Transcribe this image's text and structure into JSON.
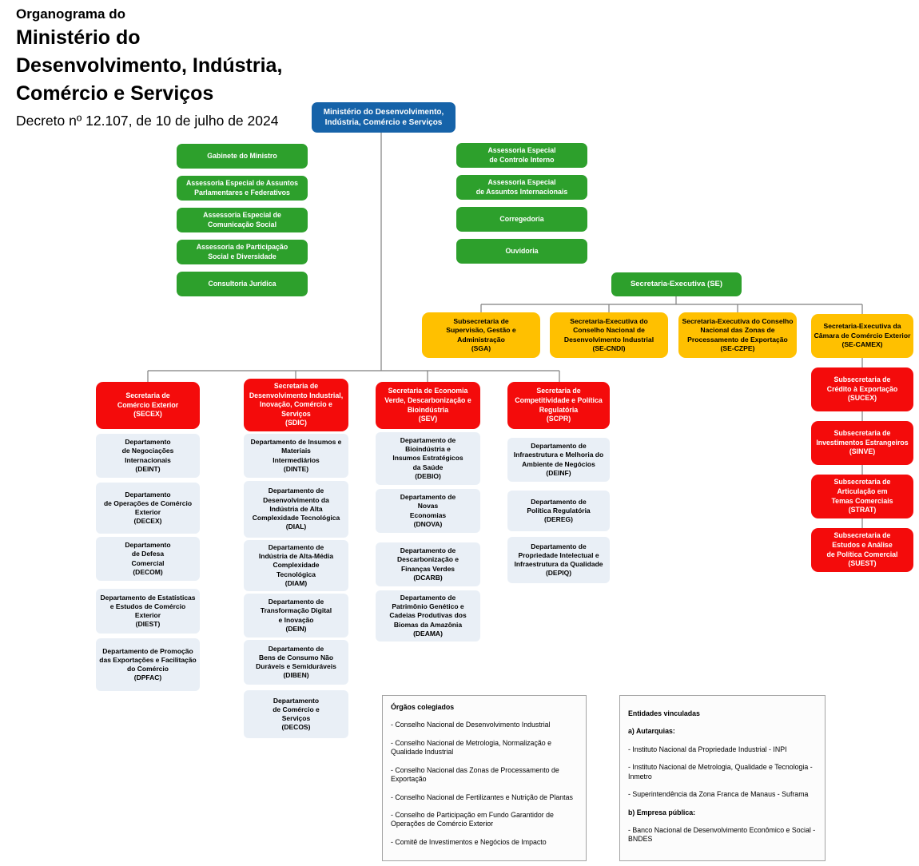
{
  "colors": {
    "blue": "#1663a9",
    "green": "#2da02c",
    "yellow": "#ffc000",
    "red": "#f40b0b",
    "department_fill": "#e9eff6",
    "connector": "#7f7f7f"
  },
  "header": {
    "kicker": "Organograma do",
    "title": "Ministério do\nDesenvolvimento, Indústria,\nComércio e Serviços",
    "decree": "Decreto nº 12.107, de 10 de julho de 2024"
  },
  "root": {
    "label": "Ministério do Desenvolvimento,\nIndústria, Comércio e Serviços"
  },
  "advisory_left": [
    {
      "label": "Gabinete do Ministro"
    },
    {
      "label": "Assessoria Especial de Assuntos\nParlamentares e Federativos"
    },
    {
      "label": "Assessoria Especial de\nComunicação Social"
    },
    {
      "label": "Assessoria de Participação\nSocial e Diversidade"
    },
    {
      "label": "Consultoria Jurídica"
    }
  ],
  "advisory_right": [
    {
      "label": "Assessoria Especial\nde Controle Interno"
    },
    {
      "label": "Assessoria Especial\nde Assuntos Internacionais"
    },
    {
      "label": "Corregedoria"
    },
    {
      "label": "Ouvidoria"
    }
  ],
  "executive_secretariat": {
    "label": "Secretaria-Executiva (SE)"
  },
  "executive_units": [
    {
      "label": "Subsecretaria de\nSupervisão, Gestão e\nAdministração\n(SGA)"
    },
    {
      "label": "Secretaria-Executiva do\nConselho Nacional de\nDesenvolvimento Industrial\n(SE-CNDI)"
    },
    {
      "label": "Secretaria-Executiva do Conselho\nNacional das Zonas de\nProcessamento de Exportação\n(SE-CZPE)"
    },
    {
      "label": "Secretaria-Executiva da\nCâmara de Comércio Exterior\n(SE-CAMEX)"
    }
  ],
  "camex_subsecretariats": [
    {
      "label": "Subsecretaria de\nCrédito à Exportação\n(SUCEX)"
    },
    {
      "label": "Subsecretaria de\nInvestimentos Estrangeiros\n(SINVE)"
    },
    {
      "label": "Subsecretaria de\nArticulação em\nTemas Comerciais\n(STRAT)"
    },
    {
      "label": "Subsecretaria de\nEstudos e Análise\nde Política Comercial\n(SUEST)"
    }
  ],
  "secretariats": [
    {
      "label": "Secretaria de\nComércio Exterior\n(SECEX)",
      "departments": [
        {
          "label": "Departamento\nde Negociações\nInternacionais\n(DEINT)"
        },
        {
          "label": "Departamento\nde Operações de Comércio\nExterior\n(DECEX)"
        },
        {
          "label": "Departamento\nde Defesa\nComercial\n(DECOM)"
        },
        {
          "label": "Departamento de Estatísticas\ne Estudos de Comércio\nExterior\n(DIEST)"
        },
        {
          "label": "Departamento de Promoção\ndas Exportações e Facilitação\ndo Comércio\n(DPFAC)"
        }
      ]
    },
    {
      "label": "Secretaria de\nDesenvolvimento Industrial,\nInovação, Comércio e\nServiços\n(SDIC)",
      "departments": [
        {
          "label": "Departamento de Insumos e\nMateriais\nIntermediários\n(DINTE)"
        },
        {
          "label": "Departamento de\nDesenvolvimento da\nIndústria de Alta\nComplexidade Tecnológica\n(DIAL)"
        },
        {
          "label": "Departamento de\nIndústria de Alta-Média\nComplexidade\nTecnológica\n(DIAM)"
        },
        {
          "label": "Departamento de\nTransformação Digital\ne Inovação\n(DEIN)"
        },
        {
          "label": "Departamento de\nBens de Consumo Não\nDuráveis e Semiduráveis\n(DIBEN)"
        },
        {
          "label": "Departamento\nde Comércio e\nServiços\n(DECOS)"
        }
      ]
    },
    {
      "label": "Secretaria de Economia\nVerde, Descarbonização e\nBioindústria\n(SEV)",
      "departments": [
        {
          "label": "Departamento de\nBioindústria e\nInsumos Estratégicos\nda Saúde\n(DEBIO)"
        },
        {
          "label": "Departamento de\nNovas\nEconomias\n(DNOVA)"
        },
        {
          "label": "Departamento de\nDescarbonização e\nFinanças Verdes\n(DCARB)"
        },
        {
          "label": "Departamento de\nPatrimônio Genético e\nCadeias Produtivas dos\nBiomas da Amazônia\n(DEAMA)"
        }
      ]
    },
    {
      "label": "Secretaria de\nCompetitividade e Política\nRegulatória\n(SCPR)",
      "departments": [
        {
          "label": "Departamento de\nInfraestrutura e Melhoria do\nAmbiente de Negócios\n(DEINF)"
        },
        {
          "label": "Departamento de\nPolítica Regulatória\n(DEREG)"
        },
        {
          "label": "Departamento de\nPropriedade Intelectual e\nInfraestrutura da Qualidade\n(DEPIQ)"
        }
      ]
    }
  ],
  "collegiate_bodies": {
    "title": "Órgãos colegiados",
    "items": [
      "- Conselho Nacional de Desenvolvimento Industrial",
      "- Conselho Nacional de Metrologia, Normalização e Qualidade Industrial",
      "- Conselho Nacional das Zonas de Processamento de Exportação",
      "- Conselho Nacional de Fertilizantes e Nutrição de Plantas",
      "- Conselho de Participação em Fundo Garantidor de Operações de Comércio Exterior",
      "- Comitê de Investimentos e Negócios de Impacto"
    ]
  },
  "linked_entities": {
    "title": "Entidades vinculadas",
    "lines": [
      {
        "text": "a) Autarquias:",
        "bold": true
      },
      {
        "text": "- Instituto Nacional da Propriedade Industrial - INPI",
        "bold": false
      },
      {
        "text": "- Instituto Nacional de Metrologia, Qualidade e Tecnologia - Inmetro",
        "bold": false
      },
      {
        "text": "- Superintendência da Zona Franca de Manaus - Suframa",
        "bold": false
      },
      {
        "text": "b) Empresa pública:",
        "bold": true
      },
      {
        "text": "- Banco Nacional de Desenvolvimento Econômico e Social - BNDES",
        "bold": false
      }
    ]
  }
}
